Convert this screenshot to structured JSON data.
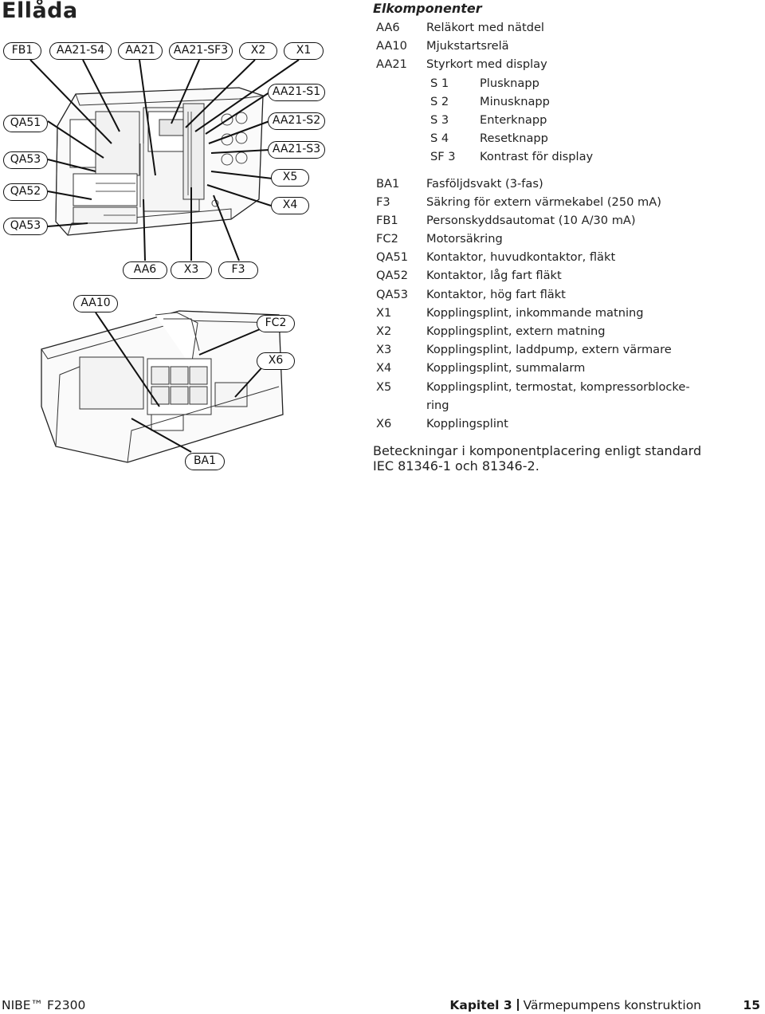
{
  "page": {
    "title": "Ellåda"
  },
  "diagram": {
    "labels": {
      "fb1": "FB1",
      "aa21_s4": "AA21-S4",
      "aa21": "AA21",
      "aa21_sf3": "AA21-SF3",
      "x2": "X2",
      "x1": "X1",
      "aa21_s1": "AA21-S1",
      "aa21_s2": "AA21-S2",
      "aa21_s3": "AA21-S3",
      "x5": "X5",
      "x4": "X4",
      "qa51": "QA51",
      "qa53_top": "QA53",
      "qa52": "QA52",
      "qa53_bottom": "QA53",
      "aa6": "AA6",
      "x3": "X3",
      "f3": "F3",
      "aa10": "AA10",
      "fc2": "FC2",
      "x6": "X6",
      "ba1": "BA1"
    }
  },
  "legend": {
    "heading": "Elkomponenter",
    "groups": [
      [
        {
          "code": "AA6",
          "desc": "Reläkort med nätdel"
        },
        {
          "code": "AA10",
          "desc": "Mjukstartsrelä"
        },
        {
          "code": "AA21",
          "desc": "Styrkort med display"
        },
        {
          "code": "S 1",
          "desc": "Plusknapp",
          "sub": true
        },
        {
          "code": "S 2",
          "desc": "Minusknapp",
          "sub": true
        },
        {
          "code": "S 3",
          "desc": "Enterknapp",
          "sub": true
        },
        {
          "code": "S 4",
          "desc": "Resetknapp",
          "sub": true
        },
        {
          "code": "SF 3",
          "desc": "Kontrast för display",
          "sub": true
        }
      ],
      [
        {
          "code": "BA1",
          "desc": "Fasföljdsvakt (3-fas)"
        },
        {
          "code": "F3",
          "desc": "Säkring för extern värmekabel (250 mA)"
        },
        {
          "code": "FB1",
          "desc": "Personskyddsautomat (10 A/30 mA)"
        },
        {
          "code": "FC2",
          "desc": "Motorsäkring"
        },
        {
          "code": "QA51",
          "desc": "Kontaktor, huvudkontaktor, fläkt"
        },
        {
          "code": "QA52",
          "desc": "Kontaktor, låg fart fläkt"
        },
        {
          "code": "QA53",
          "desc": "Kontaktor, hög fart fläkt"
        },
        {
          "code": "X1",
          "desc": "Kopplingsplint, inkommande matning"
        },
        {
          "code": "X2",
          "desc": "Kopplingsplint, extern matning"
        },
        {
          "code": "X3",
          "desc": "Kopplingsplint, laddpump, extern värmare"
        },
        {
          "code": "X4",
          "desc": "Kopplingsplint, summalarm"
        },
        {
          "code": "X5",
          "desc": "Kopplingsplint, termostat, kompressorblocke-",
          "cont": "ring"
        },
        {
          "code": "X6",
          "desc": "Kopplingsplint"
        }
      ]
    ]
  },
  "note": {
    "line1": "Beteckningar i komponentplacering enligt standard",
    "line2": "IEC 81346-1 och 81346-2."
  },
  "footer": {
    "brand": "NIBE™ F2300",
    "chapter_label": "Kapitel 3",
    "chapter_title": "Värmepumpens konstruktion",
    "page_number": "15"
  }
}
